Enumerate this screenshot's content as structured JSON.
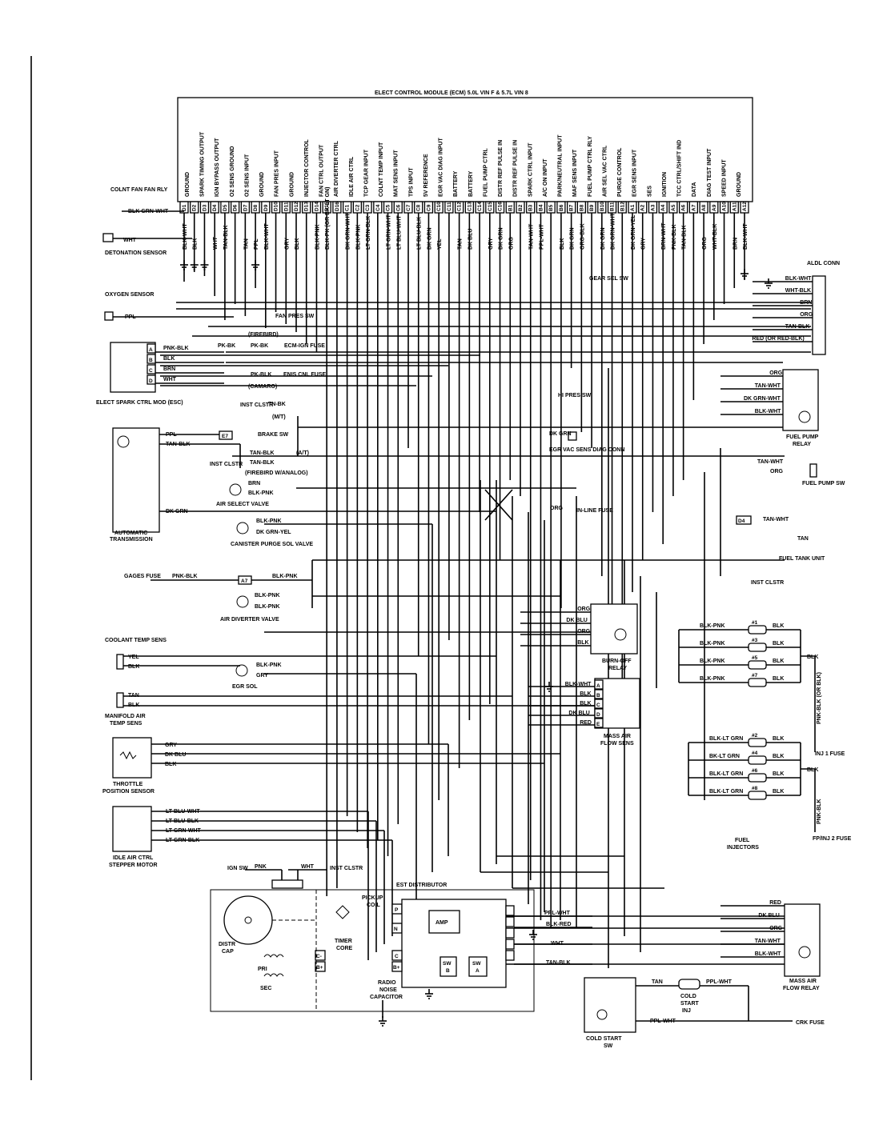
{
  "ecm": {
    "title": "ELECT CONTROL MODULE (ECM) 5.0L VIN F & 5.7L VIN 8",
    "functions": [
      "GROUND",
      "SPARK TIMING OUTPUT",
      "IGN BYPASS OUTPUT",
      "O2 SENS GROUND",
      "O2 SENS INPUT",
      "GROUND",
      "FAN PRES INPUT",
      "GROUND",
      "INJECTOR CONTROL",
      "FAN CTRL OUTPUT",
      "AIR DIVERTER CTRL",
      "IDLE AIR CTRL",
      "TCP GEAR INPUT",
      "COLNT TEMP INPUT",
      "MAT SENS INPUT",
      "TPS INPUT",
      "5V REFERENCE",
      "EGR VAC DIAG INPUT",
      "BATTERY",
      "BATTERY",
      "FUEL PUMP CTRL",
      "DISTR REF PULSE IN",
      "DISTR REF PULSE IN",
      "SPARK CTRL INPUT",
      "A/C ON INPUT",
      "PARK/NEUTRAL INPUT",
      "MAF SENS INPUT",
      "FUEL PUMP CTRL RLY",
      "AIR SEL VAC CTRL",
      "PURGE CONTROL",
      "EGR SENS INPUT",
      "SES",
      "IGNITION",
      "TCC CTRL/SHIFT IND",
      "DATA",
      "DIAG TEST INPUT",
      "SPEED INPUT",
      "GROUND"
    ],
    "pins": [
      "D1",
      "D2",
      "D3",
      "D4",
      "D5",
      "D6",
      "D7",
      "D8",
      "D9",
      "D10",
      "D11",
      "D12",
      "D13",
      "D14",
      "D15",
      "D16",
      "C1",
      "C2",
      "C3",
      "C4",
      "C5",
      "C6",
      "C7",
      "C8",
      "C9",
      "C10",
      "C11",
      "C12",
      "C13",
      "C14",
      "C15",
      "C16",
      "B1",
      "B2",
      "B3",
      "B4",
      "B5",
      "B6",
      "B7",
      "B8",
      "B9",
      "B10",
      "B11",
      "B12",
      "A1",
      "A2",
      "A3",
      "A4",
      "A5",
      "A6",
      "A7",
      "A8",
      "A9",
      "A10",
      "A11",
      "A12"
    ],
    "wires": [
      "BLK-WHT",
      "BLK",
      "WHT",
      "TAN-BLK",
      "TAN",
      "PPL",
      "BLK-WHT",
      "GRY",
      "BLK",
      "BLK-PNK",
      "BLK-PK (OR BK-LT GN)",
      "DK GRN-WHT",
      "BLK-PNK",
      "LT GRN-BLK",
      "LT GRN-WHT",
      "LT BLU-WHT",
      "LT BLU-BLK",
      "DK GRN",
      "YEL",
      "TAN",
      "DK BLU",
      "GRY",
      "DK GRN",
      "ORG",
      "TAN-WHT",
      "PPL-WHT",
      "BLK",
      "DK GRN",
      "ORG-BLK",
      "DK GRN",
      "DK GRN-WHT",
      "DK GRN-YEL",
      "GRY",
      "BRN-WHT",
      "PNK-BLK",
      "TAN-BLK",
      "ORG",
      "WHT-BLK",
      "BRN",
      "BLK-WHT"
    ]
  },
  "left": {
    "coolant_fan": {
      "label": "COLNT FAN FAN RLY",
      "wire": "BLK GRN-WHT"
    },
    "detonation": {
      "label": "DETONATION SENSOR",
      "wire": "WHT"
    },
    "oxygen": {
      "label": "OXYGEN SENSOR",
      "wire": "PPL"
    },
    "esc": {
      "label": "ELECT SPARK CTRL MOD (ESC)",
      "pins": [
        "A",
        "B",
        "C",
        "D"
      ],
      "wires": [
        "PNK-BLK",
        "BLK",
        "BRN",
        "WHT"
      ]
    },
    "fan_pres": "FAN PRES SW",
    "firebird": "(FIREBIRD)",
    "pk_bk_1": "PK-BK",
    "pk_bk_2": "PK-BK",
    "ecm_ign": "ECM-IGN FUSE",
    "pk_blk": "PK-BLK",
    "enis": "ENIS CNL FUSE",
    "camaro": "(CAMARO)",
    "inst_clstr": "INST CLSTR",
    "tn_bk": "TN-BK",
    "mt": "(M/T)",
    "auto_trans": {
      "label": "AUTOMATIC TRANSMISSION",
      "wires": [
        "PPL",
        "TAN-BLK",
        "DK GRN"
      ]
    },
    "e7": "E7",
    "brake_sw": "BRAKE SW",
    "tan_blk_1": "TAN-BLK",
    "at": "(A/T)",
    "tan_blk_2": "TAN-BLK",
    "inst_clstr2": "INST CLSTR",
    "firebird_analog": "(FIREBIRD W/ANALOG)",
    "air_select": {
      "label": "AIR SELECT VALVE",
      "wires": [
        "BRN",
        "BLK-PNK"
      ]
    },
    "canister": {
      "label": "CANISTER PURGE SOL VALVE",
      "wires": [
        "BLK-PNK",
        "DK GRN-YEL"
      ]
    },
    "gages_fuse": "GAGES FUSE",
    "pnk_blk": "PNK-BLK",
    "a7": "A7",
    "blk_pnk": "BLK-PNK",
    "air_diverter": {
      "label": "AIR DIVERTER VALVE",
      "wires": [
        "BLK-PNK",
        "BLK-PNK"
      ]
    },
    "coolant_temp": {
      "label": "COOLANT TEMP SENS",
      "wires": [
        "YEL",
        "BLK"
      ]
    },
    "egr_sol": {
      "label": "EGR SOL",
      "wires": [
        "BLK-PNK",
        "GRY"
      ]
    },
    "manifold_air": {
      "label": "MANIFOLD AIR TEMP SENS",
      "wires": [
        "TAN",
        "BLK"
      ]
    },
    "throttle": {
      "label": "THROTTLE POSITION SENSOR",
      "wires": [
        "GRY",
        "DK BLU",
        "BLK"
      ]
    },
    "idle_air": {
      "label": "IDLE AIR CTRL STEPPER MOTOR",
      "wires": [
        "LT BLU-WHT",
        "LT BLU-BLK",
        "LT GRN-WHT",
        "LT GRN-BLK"
      ]
    }
  },
  "right": {
    "aldl": {
      "label": "ALDL CONN",
      "wires": [
        "BLK-WHT",
        "WHT-BLK",
        "BRN",
        "ORG",
        "TAN-BLK",
        "RED (OR RED-BLK)"
      ]
    },
    "gear_sel": "GEAR SEL SW",
    "hi_pres": "HI PRES SW",
    "fuel_pump_relay": {
      "label": "FUEL PUMP RELAY",
      "wires": [
        "ORG",
        "TAN-WHT",
        "DK GRN-WHT",
        "BLK-WHT"
      ]
    },
    "egr_vac": {
      "label": "EGR VAC SENS DIAG CONN",
      "wire": "DK GRN"
    },
    "fuel_pump_sw": {
      "label": "FUEL PUMP SW",
      "wires": [
        "TAN-WHT",
        "ORG"
      ]
    },
    "inline_fuse": {
      "label": "IN-LINE FUSE",
      "wire": "ORG"
    },
    "tank_unit": {
      "label": "FUEL TANK UNIT",
      "pin": "D4",
      "wires": [
        "TAN-WHT",
        "TAN"
      ]
    },
    "inst_clstr": "INST CLSTR",
    "burn_off": {
      "label": "BURN-OFF RELAY",
      "wires": [
        "ORG",
        "DK BLU",
        "ORG",
        "BLK"
      ]
    },
    "maf": {
      "label": "MASS AIR FLOW SENS",
      "pins": [
        "A",
        "B",
        "C",
        "D",
        "E"
      ],
      "wires": [
        "BLK-WHT",
        "BLK",
        "BLK",
        "DK BLU",
        "RED"
      ]
    },
    "injectors": {
      "label": "FUEL INJECTORS",
      "group1": {
        "feeds": [
          "BLK-PNK",
          "BLK-PNK",
          "BLK-PNK",
          "BLK-PNK"
        ],
        "ids": [
          "#1",
          "#3",
          "#5",
          "#7"
        ],
        "out": [
          "BLK",
          "BLK",
          "BLK",
          "BLK"
        ],
        "common": "BLK",
        "riser": "PNK-BLK (OR BLK)",
        "fuse": "INJ 1 FUSE"
      },
      "group2": {
        "feeds": [
          "BLK-LT GRN",
          "BK-LT GRN",
          "BLK-LT GRN",
          "BLK-LT GRN"
        ],
        "ids": [
          "#2",
          "#4",
          "#6",
          "#8"
        ],
        "out": [
          "BLK",
          "BLK",
          "BLK",
          "BLK"
        ],
        "common": "BLK",
        "riser": "PNK-BLK",
        "fuse": "FP/INJ 2 FUSE"
      }
    },
    "maf_relay": {
      "label": "MASS AIR FLOW RELAY",
      "wires": [
        "RED",
        "DK BLU",
        "ORG",
        "TAN-WHT",
        "BLK-WHT"
      ]
    },
    "cold_start": {
      "label": "COLD START SW",
      "inj": "COLD START INJ",
      "wires": [
        "TAN",
        "PPL-WHT",
        "PPL-WHT"
      ],
      "fuse": "CRK FUSE"
    }
  },
  "bottom": {
    "ign_sw": "IGN SW",
    "pnk": "PNK",
    "wht": "WHT",
    "inst_clstr": "INST CLSTR",
    "distributor": "EST DISTRIBUTOR",
    "pickup": "PICKUP COIL",
    "pickup_pins": [
      "P",
      "N"
    ],
    "amp": "AMP",
    "timer": "TIMER CORE",
    "distr_cap": "DISTR CAP",
    "pri": "PRI",
    "sec": "SEC",
    "cplus": [
      "C-",
      "B+",
      "C",
      "B+"
    ],
    "radio": "RADIO NOISE CAPACITOR",
    "sw_b": [
      "SW",
      "B"
    ],
    "sw_a": [
      "SW",
      "A"
    ],
    "out_wires": [
      "PPL-WHT",
      "BLK-RED",
      "WHT",
      "TAN-BLK"
    ]
  },
  "colors": {
    "ink": "#000000",
    "paper": "#ffffff"
  }
}
